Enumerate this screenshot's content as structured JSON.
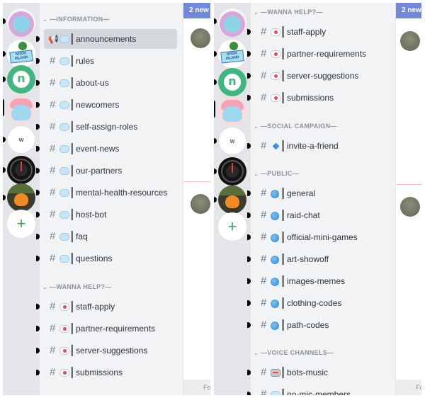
{
  "left": {
    "peek_banner": "2 new",
    "peek_footer": "Fo",
    "categories": [
      {
        "label": "—INFORMATION—"
      },
      {
        "label": "—WANNA HELP?—"
      }
    ],
    "channels": [
      {
        "name": "announcements",
        "emoji": "cloud-emoji"
      },
      {
        "name": "rules",
        "emoji": "cloud-emoji"
      },
      {
        "name": "about-us",
        "emoji": "cloud-emoji"
      },
      {
        "name": "newcomers",
        "emoji": "cloud-emoji"
      },
      {
        "name": "self-assign-roles",
        "emoji": "cloud-emoji"
      },
      {
        "name": "event-news",
        "emoji": "cloud-emoji"
      },
      {
        "name": "our-partners",
        "emoji": "cloud-emoji"
      },
      {
        "name": "mental-health-resources",
        "emoji": "cloud-emoji"
      },
      {
        "name": "host-bot",
        "emoji": "cloud-emoji"
      },
      {
        "name": "faq",
        "emoji": "cloud-emoji"
      },
      {
        "name": "questions",
        "emoji": "cloud-emoji"
      },
      {
        "name": "staff-apply",
        "emoji": "love-letter-emoji"
      },
      {
        "name": "partner-requirements",
        "emoji": "love-letter-emoji"
      },
      {
        "name": "server-suggestions",
        "emoji": "love-letter-emoji"
      },
      {
        "name": "submissions",
        "emoji": "love-letter-emoji"
      }
    ],
    "servers": [
      {
        "name": "globe-server",
        "icon": "globe-icon"
      },
      {
        "name": "island-server",
        "icon": "island-sign-icon"
      },
      {
        "name": "n-server",
        "icon": "n-logo-icon"
      },
      {
        "name": "anime-server",
        "icon": "anime-character-icon"
      },
      {
        "name": "w-server",
        "text": "w"
      },
      {
        "name": "gauge-server",
        "icon": "speedometer-icon"
      },
      {
        "name": "fire-server",
        "icon": "campfire-icon"
      },
      {
        "name": "add-server",
        "text": "+"
      }
    ]
  },
  "right": {
    "peek_banner": "2 new",
    "peek_footer": "Fo",
    "categories": [
      {
        "label": "—WANNA HELP?—"
      },
      {
        "label": "—SOCIAL CAMPAIGN—"
      },
      {
        "label": "—PUBLIC—"
      },
      {
        "label": "—VOICE CHANNELS—"
      }
    ],
    "channels": [
      {
        "name": "staff-apply",
        "emoji": "love-letter-emoji"
      },
      {
        "name": "partner-requirements",
        "emoji": "love-letter-emoji"
      },
      {
        "name": "server-suggestions",
        "emoji": "love-letter-emoji"
      },
      {
        "name": "submissions",
        "emoji": "love-letter-emoji"
      },
      {
        "name": "invite-a-friend",
        "emoji": "blue-diamond-emoji"
      },
      {
        "name": "general",
        "emoji": "globe-emoji"
      },
      {
        "name": "raid-chat",
        "emoji": "globe-emoji"
      },
      {
        "name": "official-mini-games",
        "emoji": "globe-emoji"
      },
      {
        "name": "art-showoff",
        "emoji": "globe-emoji"
      },
      {
        "name": "images-memes",
        "emoji": "globe-emoji"
      },
      {
        "name": "clothing-codes",
        "emoji": "globe-emoji"
      },
      {
        "name": "path-codes",
        "emoji": "globe-emoji"
      },
      {
        "name": "bots-music",
        "emoji": "robot-emoji"
      },
      {
        "name": "no-mic-members",
        "emoji": "notepad-emoji"
      }
    ]
  },
  "colors": {
    "sidebar_bg": "#f2f3f5",
    "rail_bg": "#e3e5e8",
    "active_bg": "#d4d7dc",
    "banner_blue": "#7289da",
    "add_green": "#3ba55c"
  }
}
